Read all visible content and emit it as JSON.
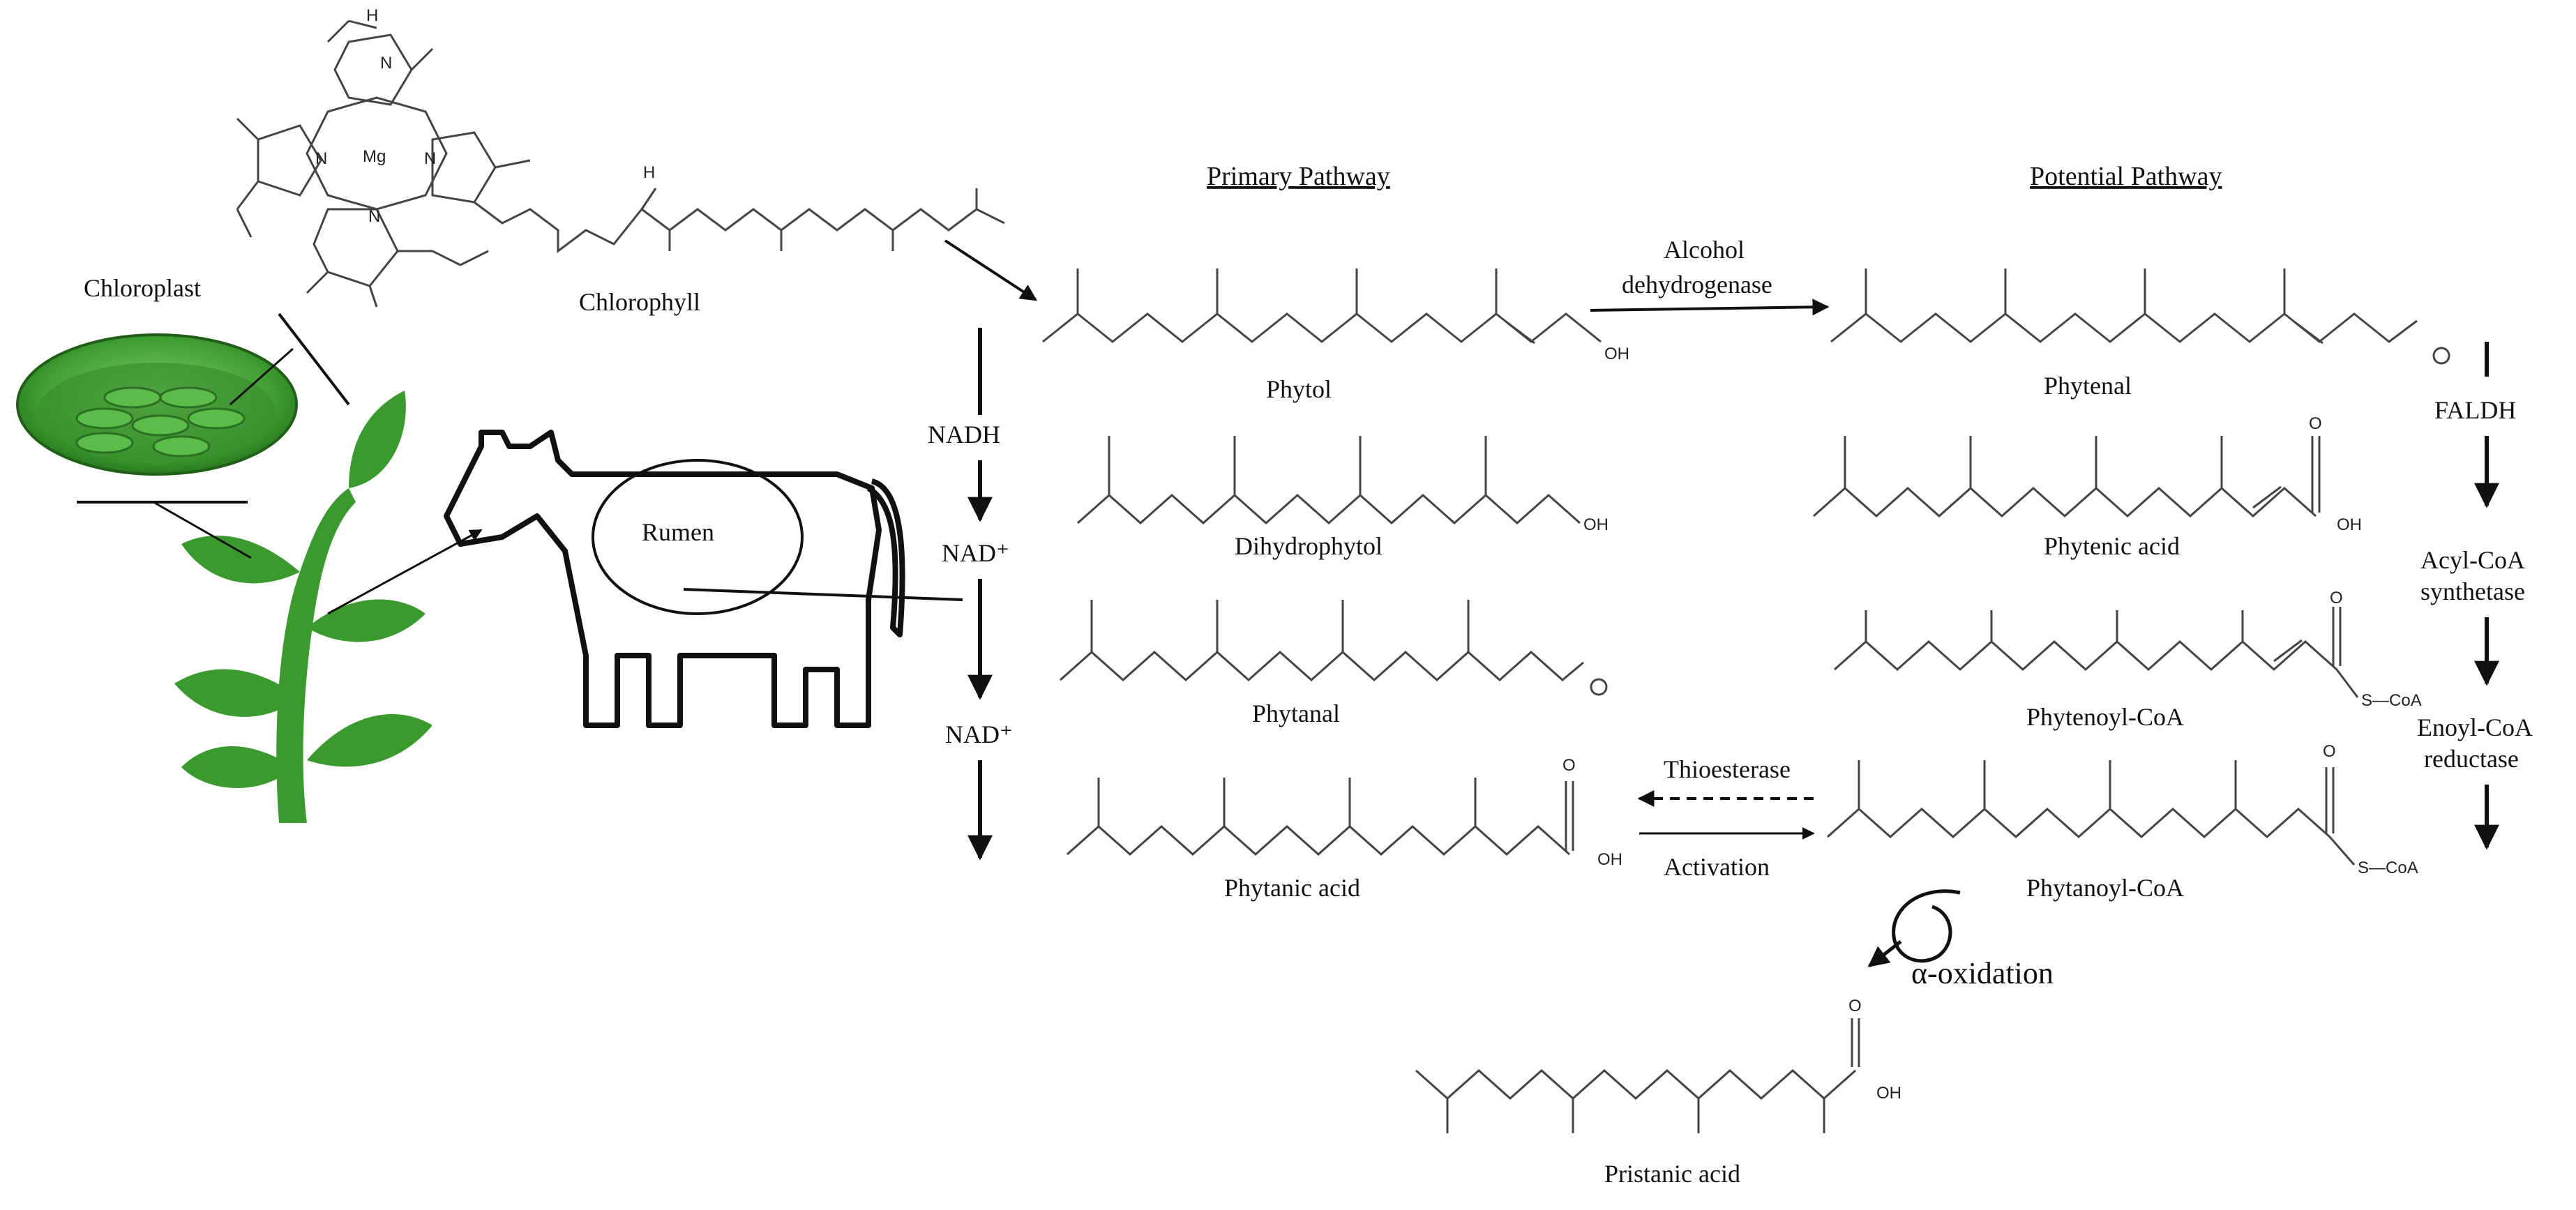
{
  "labels": {
    "chloroplast": "Chloroplast",
    "chlorophyll": "Chlorophyll",
    "rumen": "Rumen",
    "primary_pathway": "Primary Pathway",
    "potential_pathway": "Potential Pathway",
    "alcohol_dehydrogenase_1": "Alcohol",
    "alcohol_dehydrogenase_2": "dehydrogenase",
    "nadh": "NADH",
    "nad_plus_1": "NAD⁺",
    "nad_plus_2": "NAD⁺",
    "faldh": "FALDH",
    "acyl_coa_1": "Acyl-CoA",
    "acyl_coa_2": "synthetase",
    "enoyl_coa_1": "Enoyl-CoA",
    "enoyl_coa_2": "reductase",
    "thioesterase": "Thioesterase",
    "activation": "Activation",
    "alpha_oxidation": "α-oxidation"
  },
  "compounds": {
    "phytol": "Phytol",
    "dihydrophytol": "Dihydrophytol",
    "phytanal": "Phytanal",
    "phytanic_acid": "Phytanic acid",
    "phytenal": "Phytenal",
    "phytenic_acid": "Phytenic acid",
    "phytenoyl_coa": "Phytenoyl-CoA",
    "phytanoyl_coa": "Phytanoyl-CoA",
    "pristanic_acid": "Pristanic acid"
  },
  "atoms": {
    "oh": "OH",
    "o": "O",
    "s_coa": "S—CoA",
    "mg": "Mg",
    "n": "N",
    "h": "H"
  },
  "colors": {
    "leaf_green": "#3a9a2e",
    "leaf_dark": "#2a7a20",
    "chloroplast_green": "#4fae3f",
    "line": "#111111",
    "structure": "#444444"
  }
}
